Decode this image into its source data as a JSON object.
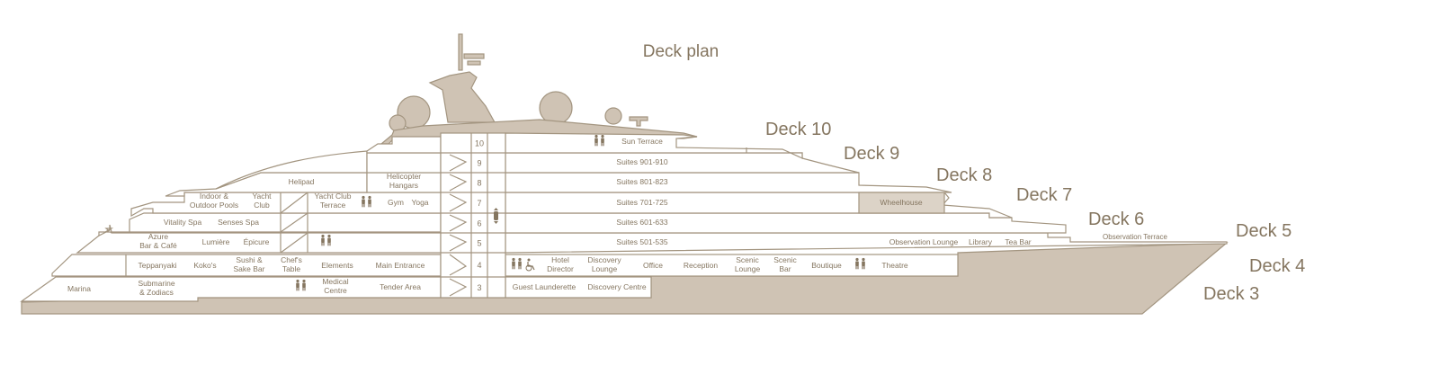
{
  "title": "Deck plan",
  "colors": {
    "line": "#a39580",
    "fill": "#cfc3b4",
    "text": "#857660",
    "bg": "#ffffff"
  },
  "deck_labels": [
    "Deck 10",
    "Deck 9",
    "Deck 8",
    "Deck 7",
    "Deck 6",
    "Deck 5",
    "Deck 4",
    "Deck 3"
  ],
  "deck_numbers": [
    "10",
    "9",
    "8",
    "7",
    "6",
    "5",
    "4",
    "3"
  ],
  "rooms": [
    {
      "id": "sun-terrace",
      "lines": [
        "Sun Terrace"
      ]
    },
    {
      "id": "suites-901",
      "lines": [
        "Suites 901-910"
      ]
    },
    {
      "id": "helipad",
      "lines": [
        "Helipad"
      ]
    },
    {
      "id": "helicopter-hangars",
      "lines": [
        "Helicopter",
        "Hangars"
      ]
    },
    {
      "id": "suites-801",
      "lines": [
        "Suites 801-823"
      ]
    },
    {
      "id": "indoor-pools",
      "lines": [
        "Indoor  &",
        "Outdoor Pools"
      ]
    },
    {
      "id": "yacht-club",
      "lines": [
        "Yacht",
        "Club"
      ]
    },
    {
      "id": "yacht-club-terrace",
      "lines": [
        "Yacht Club",
        "Terrace"
      ]
    },
    {
      "id": "gym",
      "lines": [
        "Gym"
      ]
    },
    {
      "id": "yoga",
      "lines": [
        "Yoga"
      ]
    },
    {
      "id": "suites-701",
      "lines": [
        "Suites 701-725"
      ]
    },
    {
      "id": "wheelhouse",
      "lines": [
        "Wheelhouse"
      ]
    },
    {
      "id": "vitality-spa",
      "lines": [
        "Vitality Spa"
      ]
    },
    {
      "id": "senses-spa",
      "lines": [
        "Senses Spa"
      ]
    },
    {
      "id": "suites-601",
      "lines": [
        "Suites 601-633"
      ]
    },
    {
      "id": "azure-bar",
      "lines": [
        "Azure",
        "Bar & Café"
      ]
    },
    {
      "id": "lumiere",
      "lines": [
        "Lumière"
      ]
    },
    {
      "id": "epicure",
      "lines": [
        "Épicure"
      ]
    },
    {
      "id": "suites-501",
      "lines": [
        "Suites 501-535"
      ]
    },
    {
      "id": "observation-lounge",
      "lines": [
        "Observation Lounge"
      ]
    },
    {
      "id": "library",
      "lines": [
        "Library"
      ]
    },
    {
      "id": "tea-bar",
      "lines": [
        "Tea Bar"
      ]
    },
    {
      "id": "observation-terrace",
      "lines": [
        "Observation Terrace"
      ]
    },
    {
      "id": "teppanyaki",
      "lines": [
        "Teppanyaki"
      ]
    },
    {
      "id": "kokos",
      "lines": [
        "Koko's"
      ]
    },
    {
      "id": "sushi-sake-bar",
      "lines": [
        "Sushi &",
        "Sake Bar"
      ]
    },
    {
      "id": "chefs-table",
      "lines": [
        "Chef's",
        "Table"
      ]
    },
    {
      "id": "elements",
      "lines": [
        "Elements"
      ]
    },
    {
      "id": "main-entrance",
      "lines": [
        "Main Entrance"
      ]
    },
    {
      "id": "hotel-director",
      "lines": [
        "Hotel",
        "Director"
      ]
    },
    {
      "id": "discovery-lounge",
      "lines": [
        "Discovery",
        "Lounge"
      ]
    },
    {
      "id": "office",
      "lines": [
        "Office"
      ]
    },
    {
      "id": "reception",
      "lines": [
        "Reception"
      ]
    },
    {
      "id": "scenic-lounge",
      "lines": [
        "Scenic",
        "Lounge"
      ]
    },
    {
      "id": "scenic-bar",
      "lines": [
        "Scenic",
        "Bar"
      ]
    },
    {
      "id": "boutique",
      "lines": [
        "Boutique"
      ]
    },
    {
      "id": "theatre",
      "lines": [
        "Theatre"
      ]
    },
    {
      "id": "marina",
      "lines": [
        "Marina"
      ]
    },
    {
      "id": "submarine-zodiacs",
      "lines": [
        "Submarine",
        "& Zodiacs"
      ]
    },
    {
      "id": "medical-centre",
      "lines": [
        "Medical",
        "Centre"
      ]
    },
    {
      "id": "tender-area",
      "lines": [
        "Tender Area"
      ]
    },
    {
      "id": "guest-launderette",
      "lines": [
        "Guest Launderette"
      ]
    },
    {
      "id": "discovery-centre",
      "lines": [
        "Discovery Centre"
      ]
    }
  ],
  "icons": [
    "restroom-icon",
    "restroom-icon",
    "restroom-icon",
    "restroom-icon",
    "restroom-icon",
    "accessible-icon",
    "restroom-icon",
    "elevator-icon"
  ]
}
